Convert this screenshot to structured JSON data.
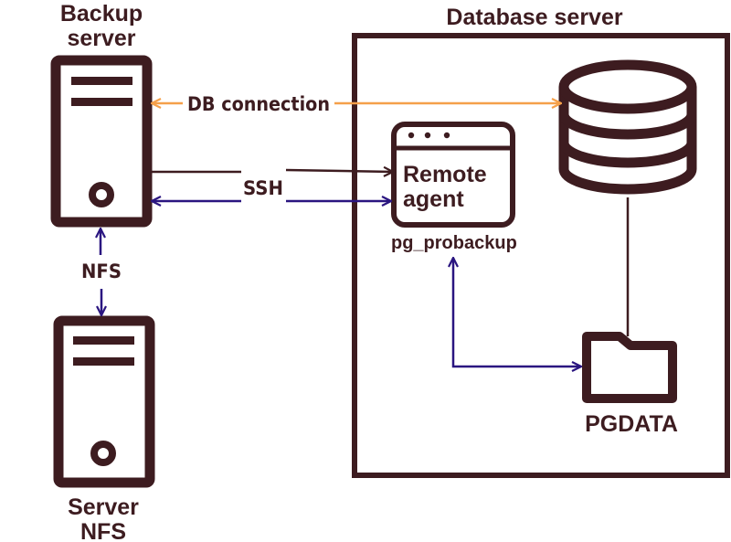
{
  "colors": {
    "ink": "#3d1c20",
    "db_connection": "#f5a04a",
    "ssh_nfs": "#2a1580"
  },
  "nodes": {
    "backup_server": {
      "title_line1": "Backup",
      "title_line2": "server",
      "icon": "server-tower-icon"
    },
    "server_nfs": {
      "title_line1": "Server",
      "title_line2": "NFS",
      "icon": "server-tower-icon"
    },
    "database_server": {
      "title": "Database server"
    },
    "remote_agent": {
      "line1": "Remote",
      "line2": "agent",
      "caption": "pg_probackup",
      "icon": "app-window-icon"
    },
    "database": {
      "icon": "database-cylinder-icon"
    },
    "pgdata": {
      "label": "PGDATA",
      "icon": "folder-icon"
    }
  },
  "connections": {
    "db_connection": {
      "label": "DB connection",
      "from": "Backup server",
      "to": "Database",
      "direction": "bidirectional"
    },
    "ssh": {
      "label": "SSH",
      "from": "Backup server",
      "to": "Remote agent",
      "direction": "bidirectional"
    },
    "nfs": {
      "label": "NFS",
      "from": "Backup server",
      "to": "Server NFS",
      "direction": "bidirectional"
    },
    "agent_pgdata": {
      "label": "",
      "from": "Remote agent",
      "to": "PGDATA",
      "direction": "bidirectional"
    },
    "db_pgdata": {
      "label": "",
      "from": "Database",
      "to": "PGDATA",
      "direction": "none"
    }
  }
}
